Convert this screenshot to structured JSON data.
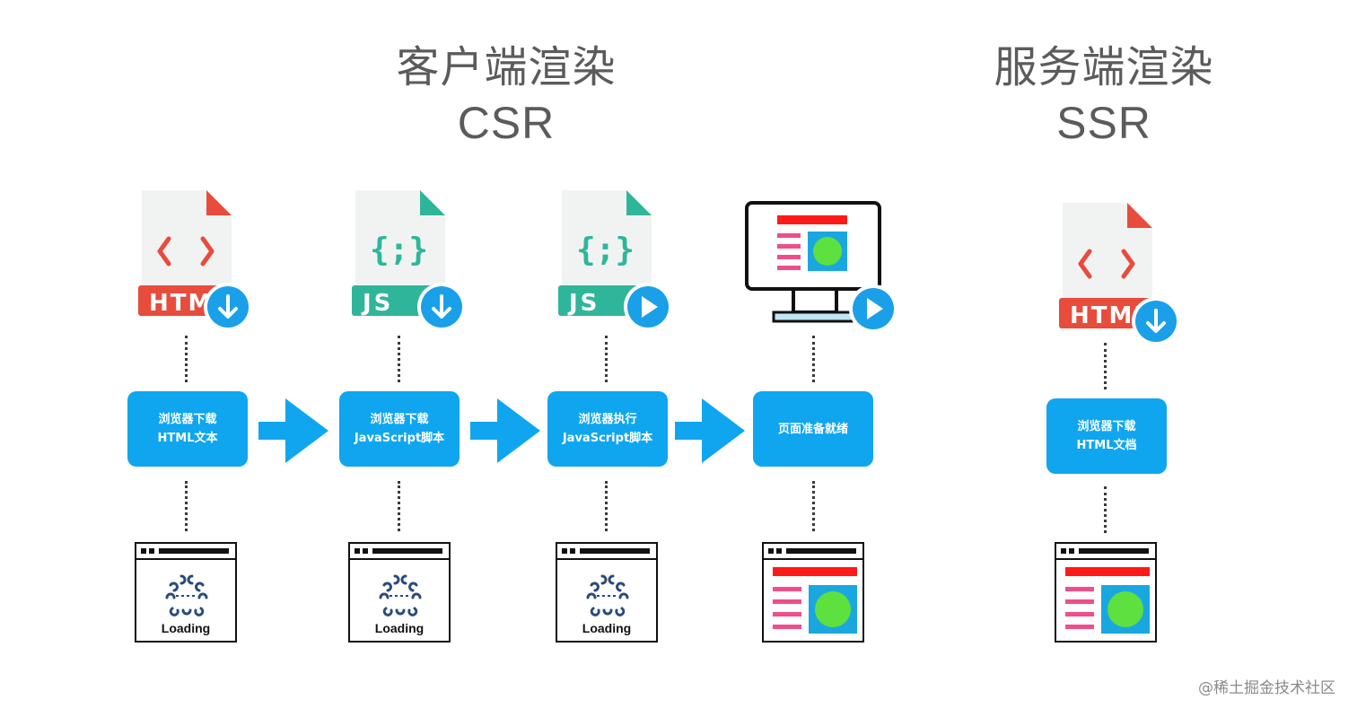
{
  "csr": {
    "title": "客户端渲染",
    "subtitle": "CSR",
    "steps": [
      {
        "line1": "浏览器下载",
        "line2": "HTML文本"
      },
      {
        "line1": "浏览器下载",
        "line2": "JavaScript脚本"
      },
      {
        "line1": "浏览器执行",
        "line2": "JavaScript脚本"
      },
      {
        "line1": "页面准备就绪",
        "line2": ""
      }
    ]
  },
  "ssr": {
    "title": "服务端渲染",
    "subtitle": "SSR",
    "steps": [
      {
        "line1": "浏览器下载",
        "line2": "HTML文档"
      }
    ]
  },
  "file_labels": {
    "html": "HTML",
    "js": "JS"
  },
  "loading_label": "Loading",
  "watermark": "@稀土掘金技术社区",
  "colors": {
    "step_box": "#0fa6ef",
    "arrow": "#0fa6ef",
    "html_band": "#e74c3c",
    "js_band": "#2fb69a",
    "page_header": "#ff1a1a",
    "page_lines": "#ee4f8a",
    "image_frame": "#1aa7e0",
    "image_circle": "#5ee03f"
  }
}
